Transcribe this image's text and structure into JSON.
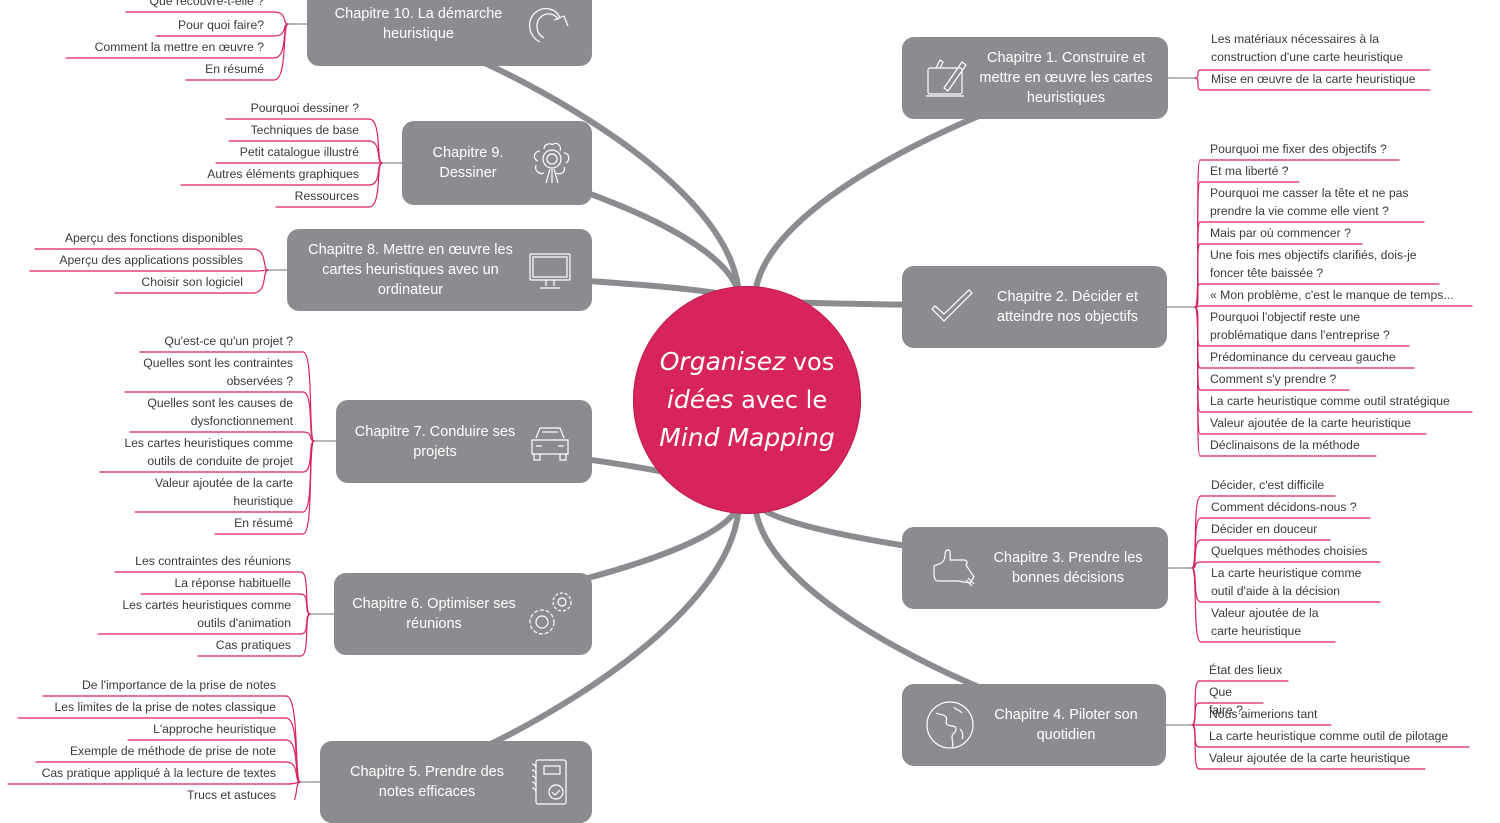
{
  "center": {
    "line1_em": "Organisez",
    "line1_rest": " vos",
    "line2_em": "idées",
    "line2_rest": " avec le",
    "line3_em": "Mind Mapping",
    "color": "#d8245c"
  },
  "colors": {
    "chapter_box": "#8b8c90",
    "sub_line": "#d8245c",
    "connector": "#8b8c90"
  },
  "chapters": [
    {
      "id": 1,
      "title": "Chapitre 1. Construire et mettre en œuvre les cartes heuristiques",
      "icon": "drawing-tablet-icon",
      "topics": [
        "Les matériaux nécessaires à la construction d'une carte heuristique",
        "Mise en œuvre de la carte heuristique"
      ]
    },
    {
      "id": 2,
      "title": "Chapitre 2. Décider et atteindre nos objectifs",
      "icon": "checkmark-icon",
      "topics": [
        "Pourquoi me fixer des objectifs ?",
        "Et ma liberté ?",
        "Pourquoi me casser la tête et ne pas prendre la vie comme elle vient ?",
        "Mais par où commencer ?",
        "Une fois mes objectifs clarifiés, dois-je foncer tête baissée ?",
        "« Mon problème, c'est le manque de temps...",
        "Pourquoi l'objectif reste une problématique dans l'entreprise ?",
        "Prédominance du cerveau gauche",
        "Comment s'y prendre ?",
        "La carte heuristique comme outil stratégique",
        "Valeur ajoutée de la carte heuristique",
        "Déclinaisons de la méthode"
      ]
    },
    {
      "id": 3,
      "title": "Chapitre 3. Prendre les bonnes décisions",
      "icon": "thumbs-up-icon",
      "topics": [
        "Décider, c'est difficile",
        "Comment décidons-nous ?",
        "Décider en douceur",
        "Quelques méthodes choisies",
        "La carte heuristique comme outil d'aide à la décision",
        "Valeur ajoutée de la carte heuristique"
      ]
    },
    {
      "id": 4,
      "title": "Chapitre 4. Piloter son quotidien",
      "icon": "globe-icon",
      "topics": [
        "État des lieux",
        "Que faire ?",
        "Nous aimerions tant",
        "La carte heuristique comme outil de pilotage",
        "Valeur ajoutée de la carte heuristique"
      ]
    },
    {
      "id": 5,
      "title": "Chapitre 5. Prendre des notes efficaces",
      "icon": "notebook-icon",
      "topics": [
        "De l'importance de la prise de notes",
        "Les limites de la prise de notes classique",
        "L'approche heuristique",
        "Exemple de méthode de prise de note",
        "Cas pratique appliqué à la lecture de textes",
        "Trucs et astuces"
      ]
    },
    {
      "id": 6,
      "title": "Chapitre 6. Optimiser ses réunions",
      "icon": "gears-icon",
      "topics": [
        "Les contraintes des réunions",
        "La réponse habituelle",
        "Les cartes heuristiques comme outils d'animation",
        "Cas pratiques"
      ]
    },
    {
      "id": 7,
      "title": "Chapitre 7. Conduire ses projets",
      "icon": "car-icon",
      "topics": [
        "Qu'est-ce qu'un projet ?",
        "Quelles sont les contraintes observées ?",
        "Quelles sont les causes de dysfonctionnement",
        "Les cartes heuristiques comme outils de conduite de projet",
        "Valeur ajoutée de la carte heuristique",
        "En résumé"
      ]
    },
    {
      "id": 8,
      "title": "Chapitre 8. Mettre en œuvre les cartes heuristiques avec un ordinateur",
      "icon": "monitor-icon",
      "topics": [
        "Aperçu des fonctions disponibles",
        "Aperçu des applications possibles",
        "Choisir son logiciel"
      ]
    },
    {
      "id": 9,
      "title": "Chapitre 9. Dessiner",
      "icon": "flower-icon",
      "topics": [
        "Pourquoi dessiner ?",
        "Techniques de base",
        "Petit catalogue illustré",
        "Autres éléments graphiques",
        "Ressources"
      ]
    },
    {
      "id": 10,
      "title": "Chapitre 10. La démarche heuristique",
      "icon": "circular-arrow-icon",
      "topics": [
        "Que recouvre-t-elle ?",
        "Pour quoi faire?",
        "Comment la mettre en œuvre ?",
        "En résumé"
      ]
    }
  ]
}
